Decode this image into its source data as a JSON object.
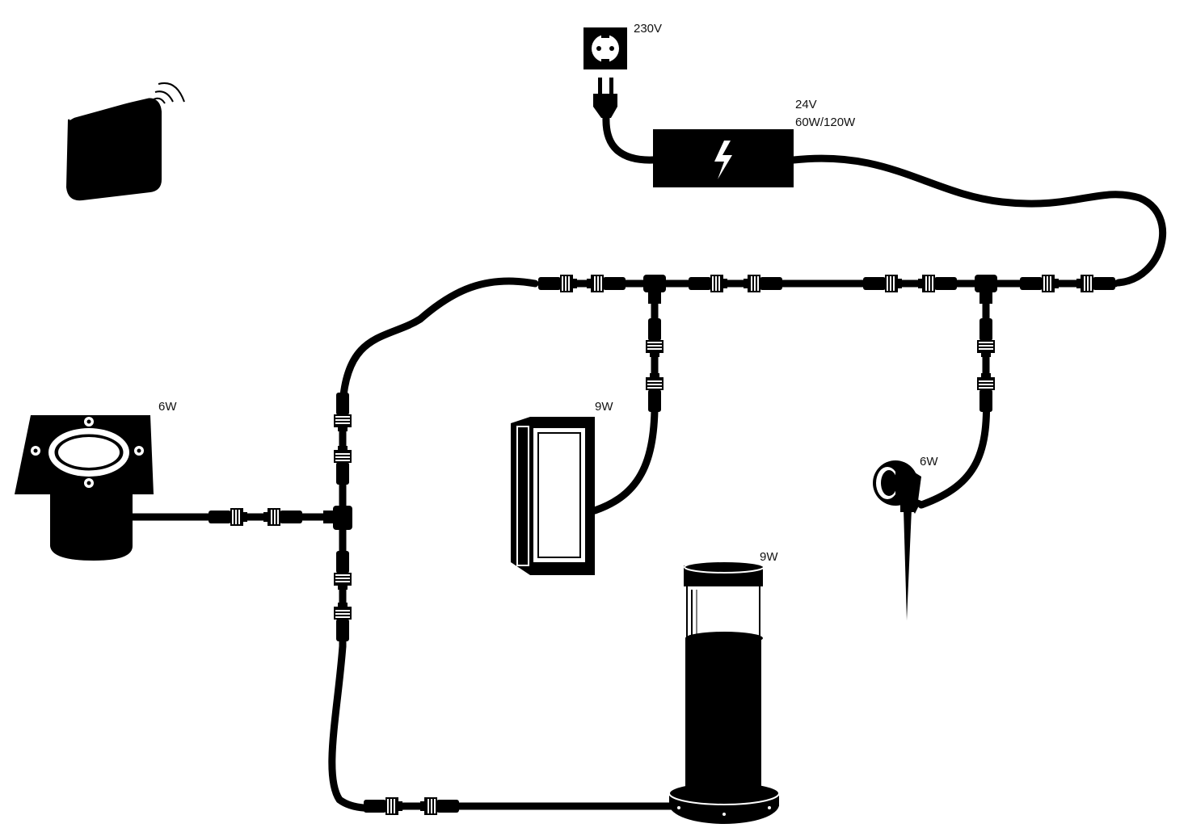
{
  "labels": {
    "mains": "230V",
    "psu_voltage": "24V",
    "psu_power": "60W/120W",
    "recessed_light": "6W",
    "wall_light": "9W",
    "spot_light": "6W",
    "bollard_light": "9W"
  },
  "colors": {
    "ink": "#000000",
    "paper": "#ffffff",
    "text": "#111111"
  },
  "icons": {
    "outlet": "power-outlet-icon",
    "plug": "plug-icon",
    "psu": "lightning-bolt-icon",
    "hub": "wireless-hub-icon"
  }
}
